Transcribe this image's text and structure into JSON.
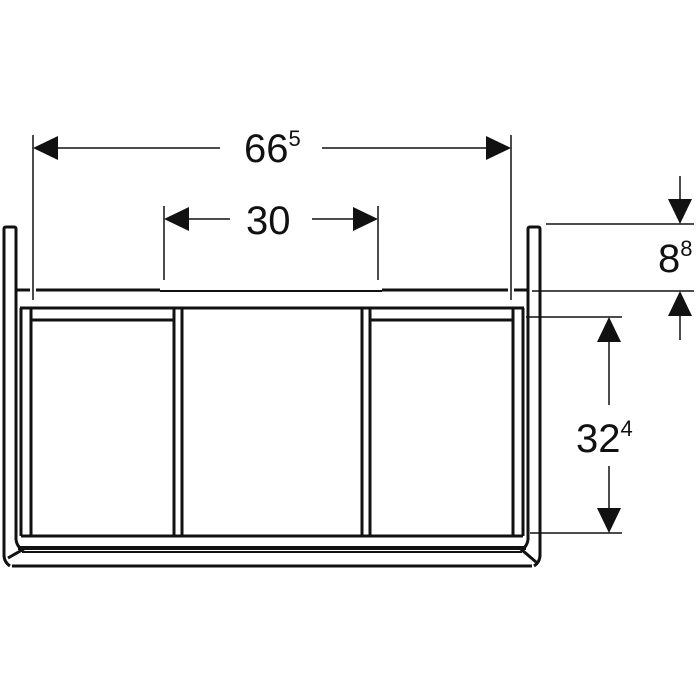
{
  "diagram": {
    "type": "technical-dimension-drawing",
    "subject": "vanity cabinet front elevation with three compartments",
    "colors": {
      "line": "#111111",
      "background": "#ffffff"
    },
    "dimensions": {
      "overall_width": {
        "main": "66",
        "sup": "5",
        "orientation": "horizontal"
      },
      "inner_span": {
        "main": "30",
        "sup": "",
        "orientation": "horizontal"
      },
      "top_height": {
        "main": "8",
        "sup": "8",
        "orientation": "vertical"
      },
      "body_height": {
        "main": "32",
        "sup": "4",
        "orientation": "vertical"
      }
    },
    "compartments": 3
  }
}
